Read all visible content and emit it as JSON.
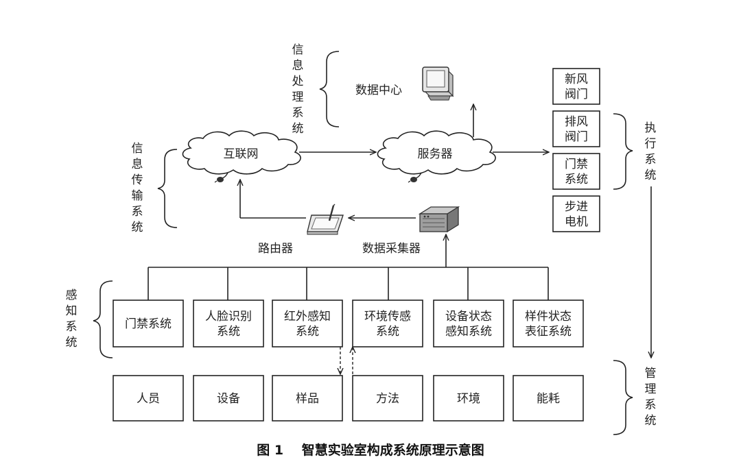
{
  "caption": {
    "figure_no": "图 1",
    "title": "智慧实验室构成系统原理示意图"
  },
  "groups": {
    "info_processing": "信息处理系统",
    "info_transmission": "信息传输系统",
    "execution": "执行系统",
    "perception": "感知系统",
    "management": "管理系统"
  },
  "nodes": {
    "data_center": "数据中心",
    "internet": "互联网",
    "server": "服务器",
    "router": "路由器",
    "collector": "数据采集器"
  },
  "execution_items": [
    [
      "新风",
      "阀门"
    ],
    [
      "排风",
      "阀门"
    ],
    [
      "门禁",
      "系统"
    ],
    [
      "步进",
      "电机"
    ]
  ],
  "perception_items": [
    [
      "门禁系统"
    ],
    [
      "人脸识别",
      "系统"
    ],
    [
      "红外感知",
      "系统"
    ],
    [
      "环境传感",
      "系统"
    ],
    [
      "设备状态",
      "感知系统"
    ],
    [
      "样件状态",
      "表征系统"
    ]
  ],
  "management_items": [
    "人员",
    "设备",
    "样品",
    "方法",
    "环境",
    "能耗"
  ],
  "icons": {
    "data_center": "monitor-icon",
    "router": "router-tablet-icon",
    "collector": "server-rack-icon",
    "internet_plug": "plug-icon",
    "server_plug": "plug-icon"
  }
}
